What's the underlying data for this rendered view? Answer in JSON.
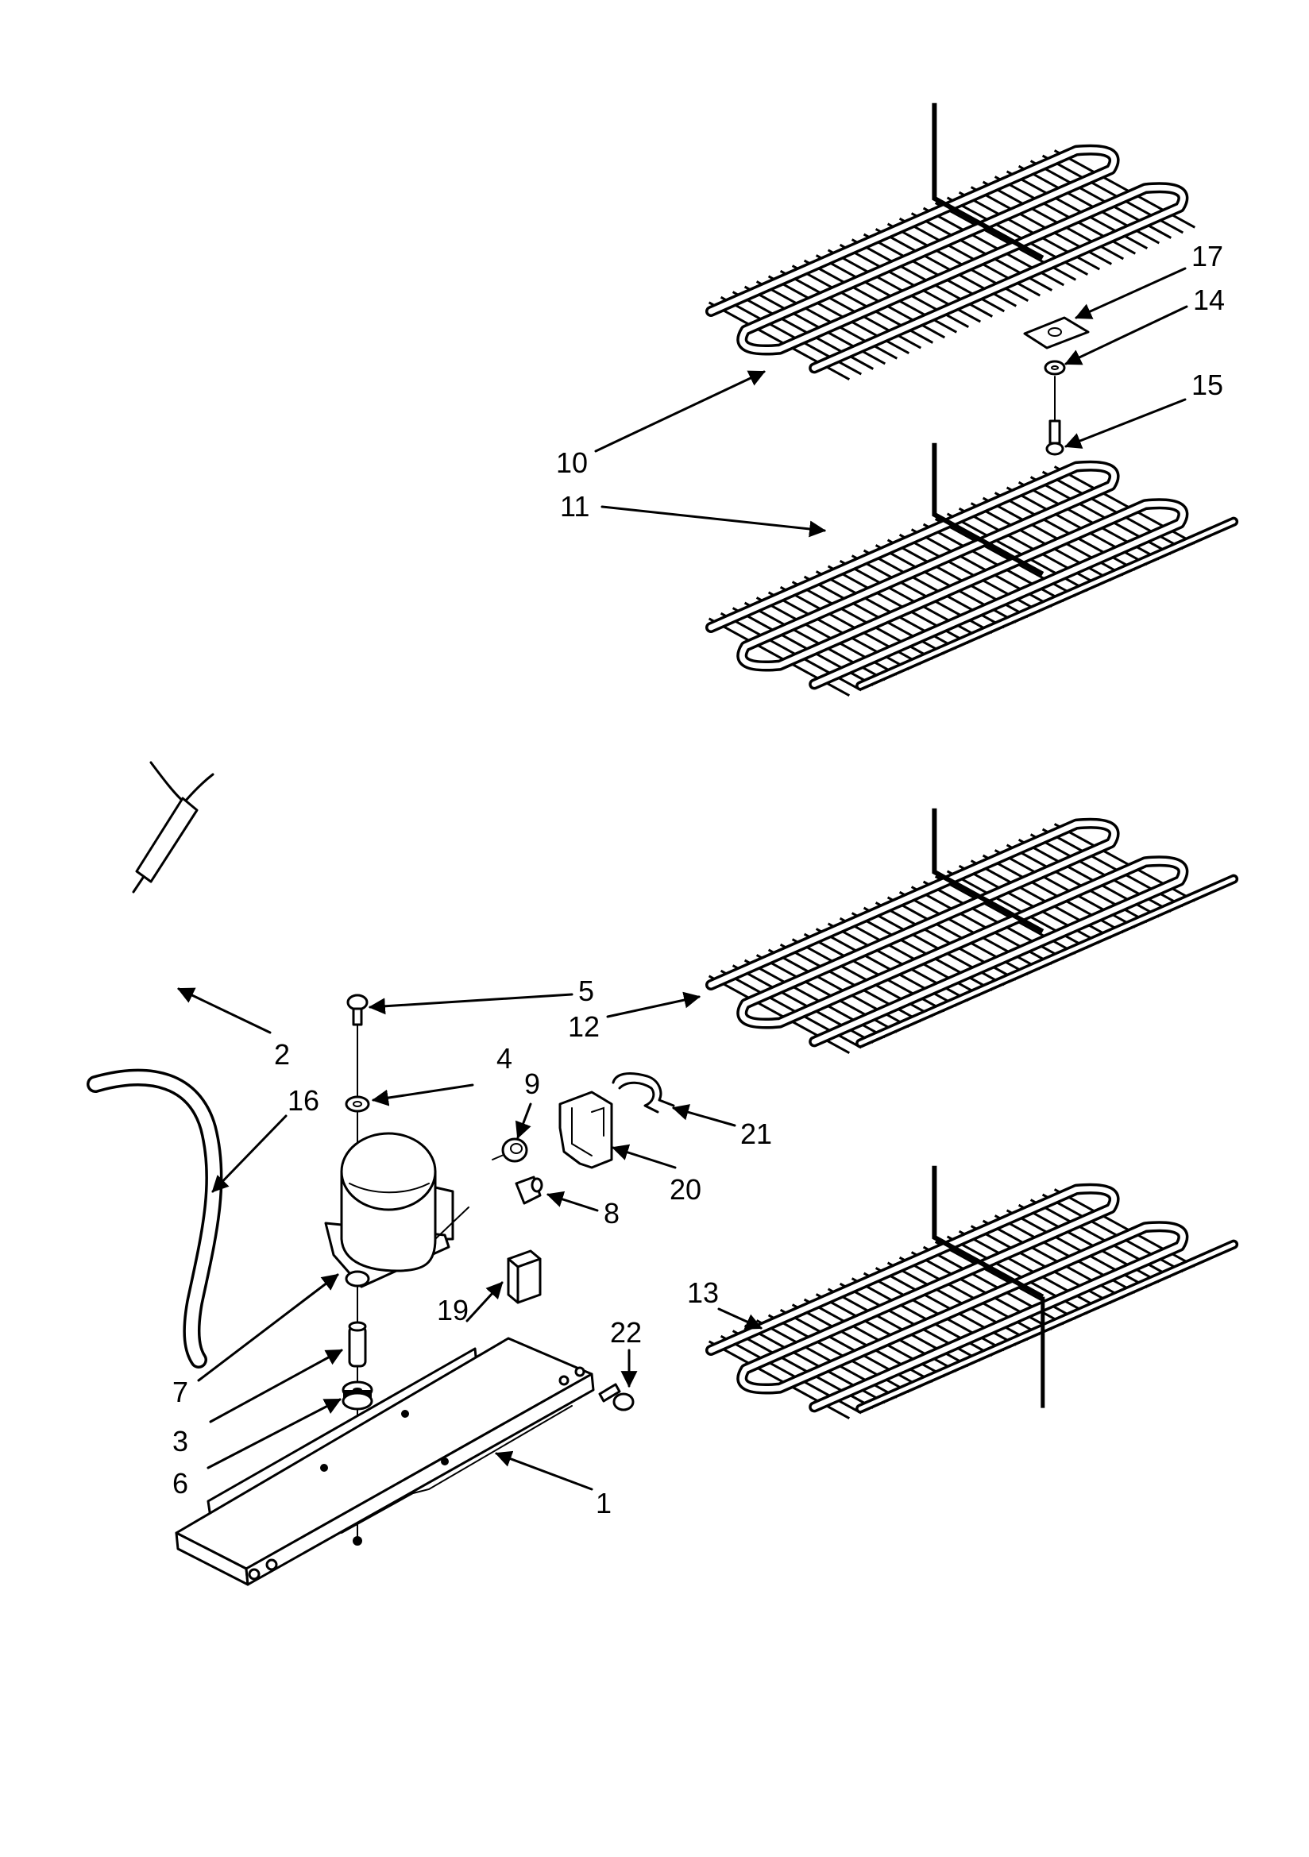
{
  "callouts": [
    {
      "id": "c10",
      "text": "10"
    },
    {
      "id": "c11",
      "text": "11"
    },
    {
      "id": "c17",
      "text": "17"
    },
    {
      "id": "c14",
      "text": "14"
    },
    {
      "id": "c15",
      "text": "15"
    },
    {
      "id": "c5",
      "text": "5"
    },
    {
      "id": "c12",
      "text": "12"
    },
    {
      "id": "c2",
      "text": "2"
    },
    {
      "id": "c4",
      "text": "4"
    },
    {
      "id": "c16",
      "text": "16"
    },
    {
      "id": "c9",
      "text": "9"
    },
    {
      "id": "c21",
      "text": "21"
    },
    {
      "id": "c20",
      "text": "20"
    },
    {
      "id": "c8",
      "text": "8"
    },
    {
      "id": "c19",
      "text": "19"
    },
    {
      "id": "c13",
      "text": "13"
    },
    {
      "id": "c22",
      "text": "22"
    },
    {
      "id": "c7",
      "text": "7"
    },
    {
      "id": "c3",
      "text": "3"
    },
    {
      "id": "c6",
      "text": "6"
    },
    {
      "id": "c1",
      "text": "1"
    }
  ],
  "colors": {
    "ink": "#000000",
    "paper": "#ffffff"
  }
}
